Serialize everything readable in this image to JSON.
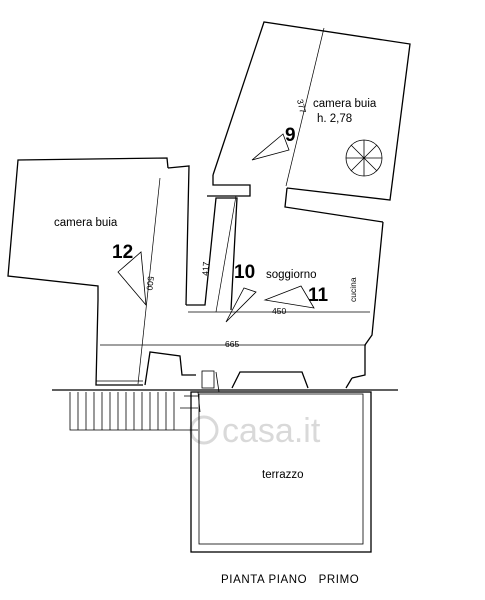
{
  "plan_title": "PIANTA PIANO   PRIMO",
  "rooms": {
    "camera_buia_top": "camera buia",
    "height_note": "h. 2,78",
    "camera_buia_left": "camera buia",
    "soggiorno": "soggiorno",
    "cucina": "cucina",
    "terrazzo": "terrazzo"
  },
  "dimensions": {
    "d377": "377",
    "d500": "500",
    "d417": "417",
    "d450": "450",
    "d665": "665"
  },
  "photo_points": {
    "p9": "9",
    "p10": "10",
    "p11": "11",
    "p12": "12"
  },
  "watermark": "casa.it"
}
